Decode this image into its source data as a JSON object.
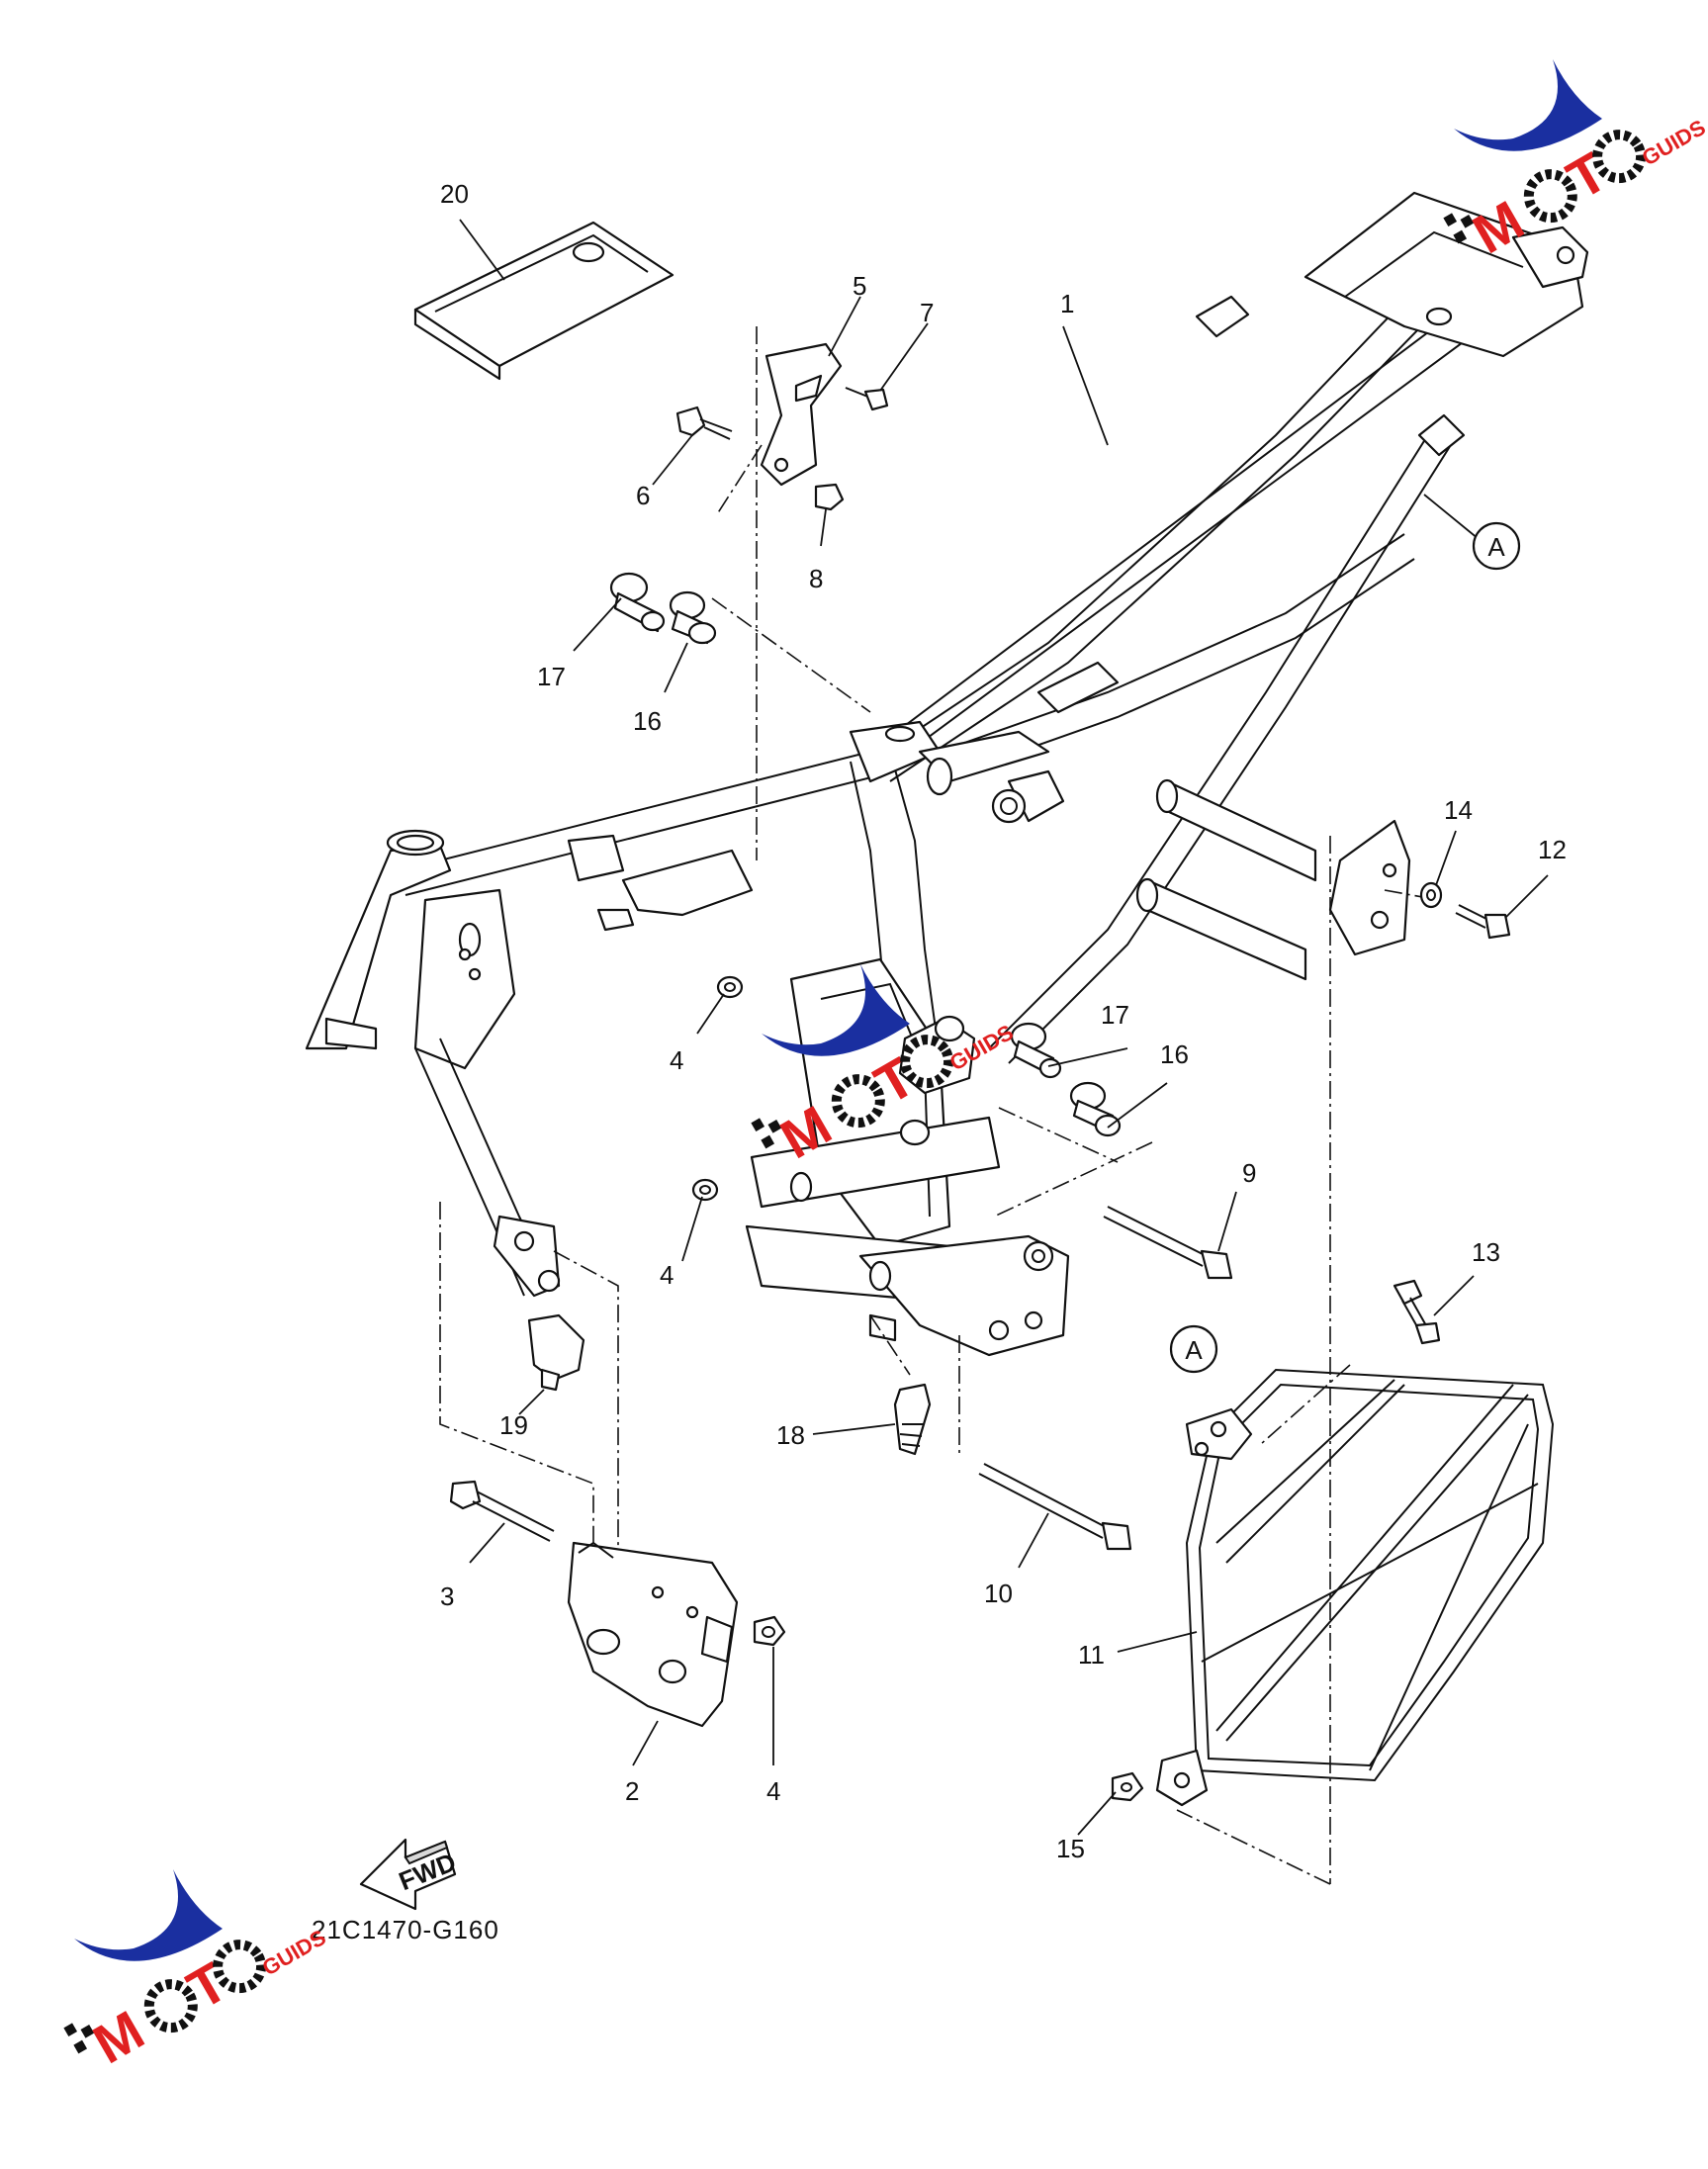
{
  "drawing_code": "21C1470-G160",
  "fwd_label": "FWD",
  "ref_marker": "A",
  "watermark": {
    "name": "MOTO GUIDS",
    "colors": {
      "swoosh": "#1a2fa0",
      "letters": "#e02020",
      "gear": "#111111"
    }
  },
  "callouts": {
    "c1": "1",
    "c2": "2",
    "c3": "3",
    "c4a": "4",
    "c4b": "4",
    "c4c": "4",
    "c5": "5",
    "c6": "6",
    "c7": "7",
    "c8": "8",
    "c9": "9",
    "c10": "10",
    "c11": "11",
    "c12": "12",
    "c13": "13",
    "c14": "14",
    "c15": "15",
    "c16a": "16",
    "c16b": "16",
    "c17a": "17",
    "c17b": "17",
    "c18": "18",
    "c19": "19",
    "c20": "20"
  }
}
